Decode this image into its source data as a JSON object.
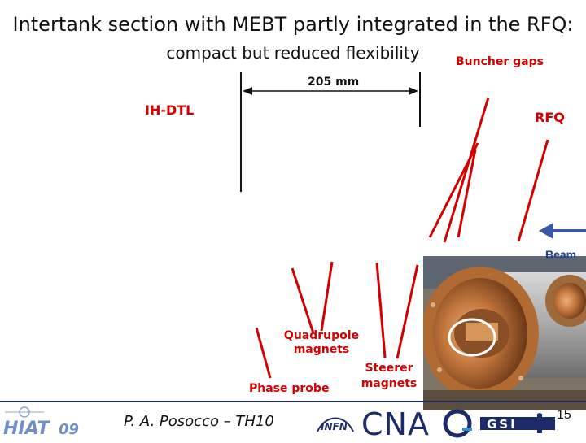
{
  "slide": {
    "title": "Intertank section with MEBT partly integrated in the RFQ:",
    "subtitle": "compact but reduced flexibility"
  },
  "labels": {
    "buncher_gaps": "Buncher gaps",
    "dimension": "205 mm",
    "ih_dtl": "IH-DTL",
    "rfq": "RFQ",
    "beam": "Beam",
    "quadrupole_line1": "Quadrupole",
    "quadrupole_line2": "magnets",
    "steerer_line1": "Steerer",
    "steerer_line2": "magnets",
    "phase_probe": "Phase probe"
  },
  "footer": {
    "author": "P. A. Posocco – TH10",
    "page_number": "15",
    "logos": {
      "hiat": "HIAT09",
      "infn": "INFN",
      "cnao": "CNAO",
      "gsi": "GSI"
    }
  },
  "colors": {
    "annotation_red": "#d20000",
    "beam_arrow": "#3b55a8",
    "footer_navy": "#1d2b6a",
    "copper": "#c0743a"
  },
  "icons": {
    "beam_arrow": "left-arrow-icon",
    "highlight": "ellipse-highlight"
  }
}
